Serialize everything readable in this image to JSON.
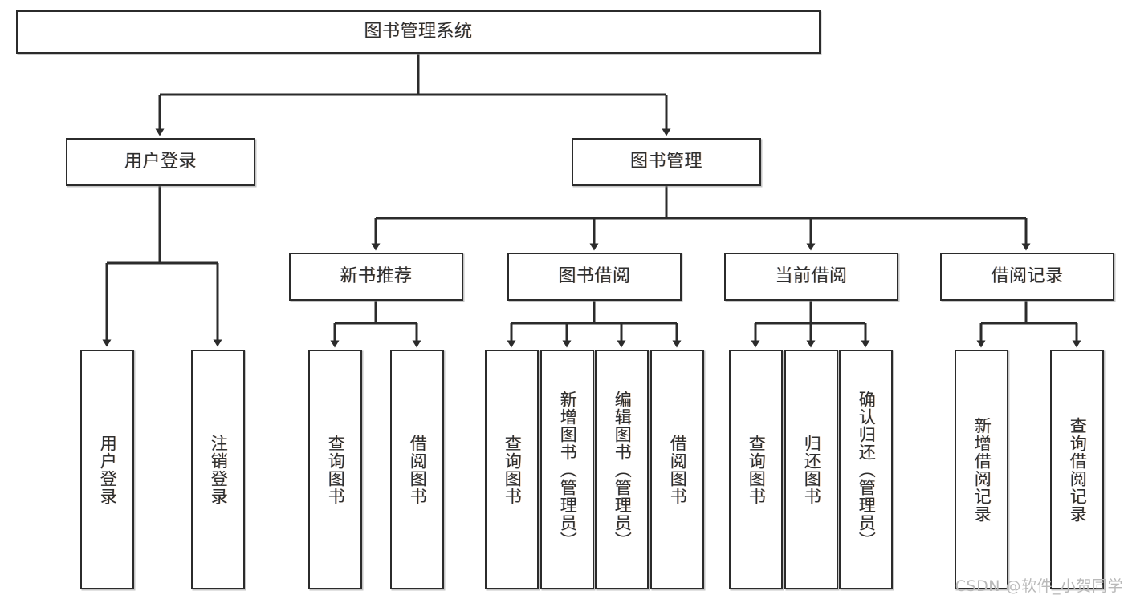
{
  "diagram": {
    "title_node": {
      "label": "图书管理系统"
    },
    "level2": [
      {
        "id": "user-login",
        "label": "用户登录"
      },
      {
        "id": "book-management",
        "label": "图书管理"
      }
    ],
    "level3": [
      {
        "id": "new-book-recommend",
        "label": "新书推荐"
      },
      {
        "id": "book-borrow",
        "label": "图书借阅"
      },
      {
        "id": "current-borrow",
        "label": "当前借阅"
      },
      {
        "id": "borrow-record",
        "label": "借阅记录"
      }
    ],
    "leaves": [
      {
        "id": "leaf-user-login",
        "label": "用户登录"
      },
      {
        "id": "leaf-logout-login",
        "label": "注销登录"
      },
      {
        "id": "leaf-query-book-1",
        "label": "查询图书"
      },
      {
        "id": "leaf-borrow-book-1",
        "label": "借阅图书"
      },
      {
        "id": "leaf-query-book-2",
        "label": "查询图书"
      },
      {
        "id": "leaf-add-book-admin",
        "label": "新增图书（管理员）"
      },
      {
        "id": "leaf-edit-book-admin",
        "label": "编辑图书（管理员）"
      },
      {
        "id": "leaf-borrow-book-2",
        "label": "借阅图书"
      },
      {
        "id": "leaf-query-book-3",
        "label": "查询图书"
      },
      {
        "id": "leaf-return-book",
        "label": "归还图书"
      },
      {
        "id": "leaf-confirm-return-admin",
        "label": "确认归还（管理员）"
      },
      {
        "id": "leaf-add-borrow-record",
        "label": "新增借阅记录"
      },
      {
        "id": "leaf-query-borrow-record",
        "label": "查询借阅记录"
      }
    ],
    "colors": {
      "box_border": "#2b2b2b",
      "connector": "#2b2b2b",
      "text": "#2e2e2e",
      "background": "#ffffff",
      "watermark": "#b9b9b9"
    }
  },
  "watermark": {
    "text": "CSDN @软件_小贺同学"
  }
}
